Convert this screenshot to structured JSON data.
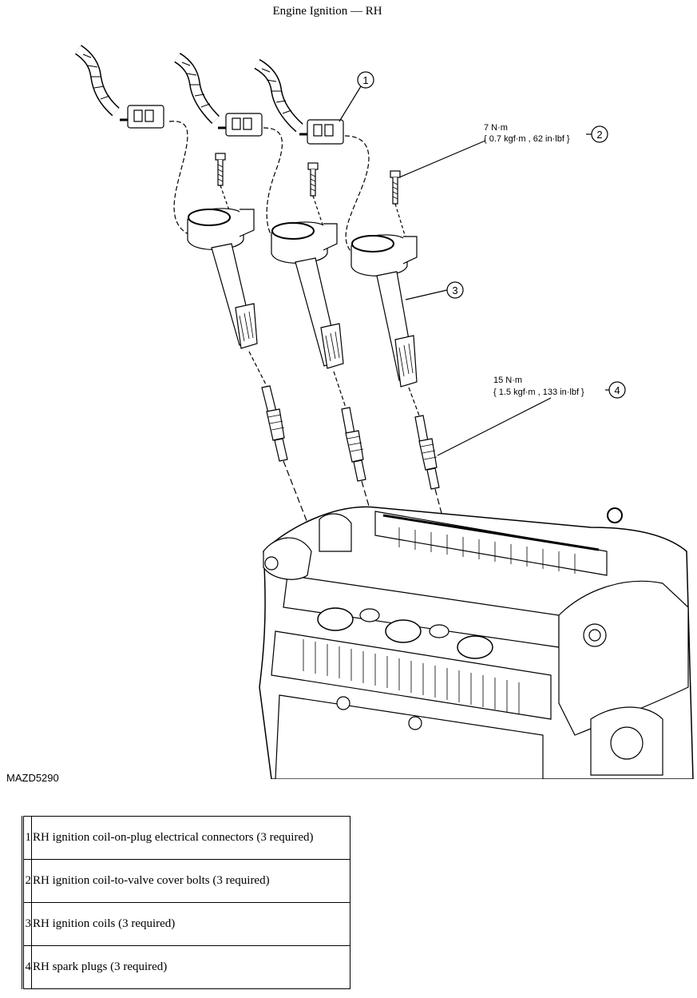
{
  "title": "Engine Ignition — RH",
  "figure_id": "MAZD5290",
  "callouts": [
    {
      "num": "1"
    },
    {
      "num": "2",
      "torque_line1": "7 N·m",
      "torque_line2": "{ 0.7 kgf·m , 62 in·lbf }"
    },
    {
      "num": "3"
    },
    {
      "num": "4",
      "torque_line1": "15 N·m",
      "torque_line2": "{ 1.5 kgf·m , 133 in·lbf }"
    }
  ],
  "legend": [
    {
      "num": "1",
      "text": "RH ignition coil-on-plug electrical connectors (3 required)"
    },
    {
      "num": "2",
      "text": "RH ignition coil-to-valve cover bolts (3 required)"
    },
    {
      "num": "3",
      "text": "RH ignition coils (3 required)"
    },
    {
      "num": "4",
      "text": "RH spark plugs (3 required)"
    }
  ]
}
